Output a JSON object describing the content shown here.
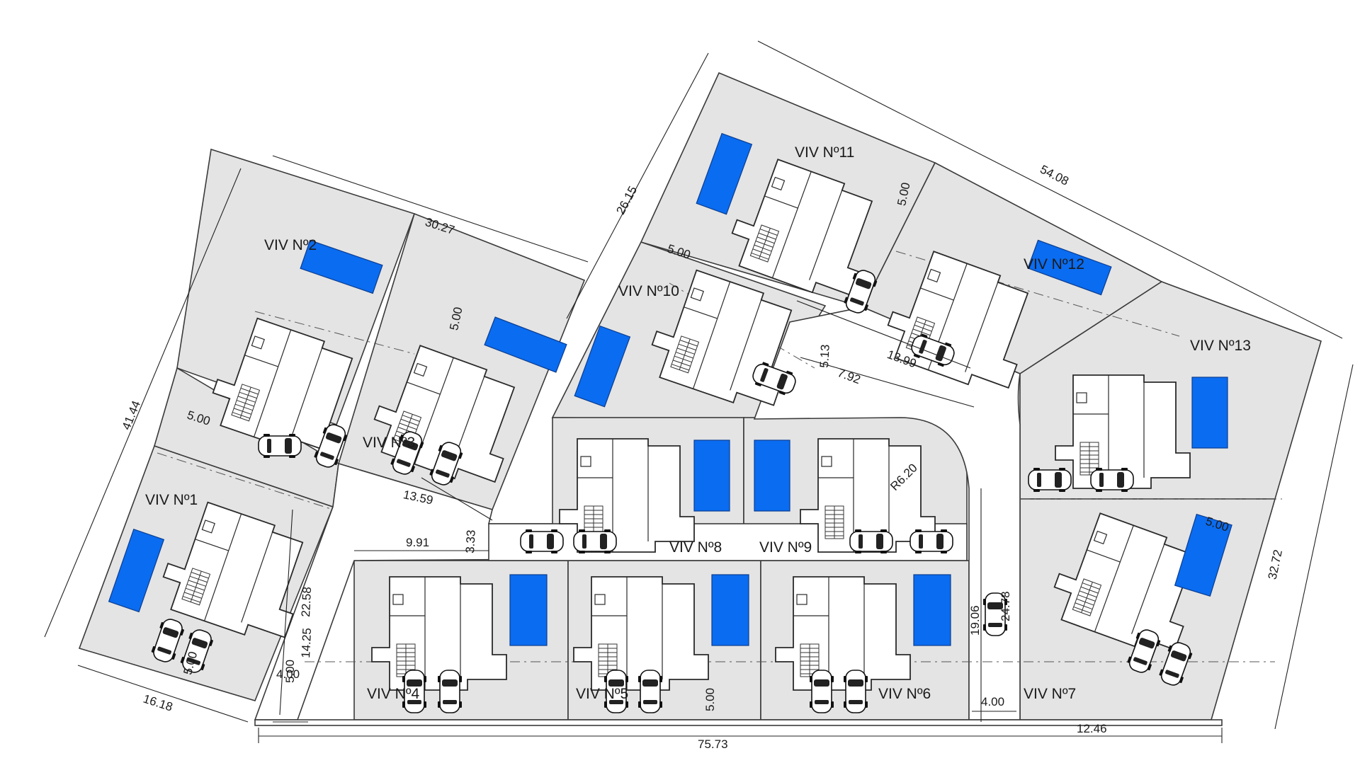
{
  "lot_labels": {
    "viv1": "VIV Nº1",
    "viv2": "VIV Nº2",
    "viv3": "VIV Nº3",
    "viv4": "VIV Nº4",
    "viv5": "VIV Nº5",
    "viv6": "VIV Nº6",
    "viv7": "VIV Nº7",
    "viv8": "VIV Nº8",
    "viv9": "VIV Nº9",
    "viv10": "VIV Nº10",
    "viv11": "VIV Nº11",
    "viv12": "VIV Nº12",
    "viv13": "VIV Nº13"
  },
  "dimensions": {
    "d_75_73": "75.73",
    "d_54_08": "54.08",
    "d_41_44": "41.44",
    "d_32_72": "32.72",
    "d_30_27": "30.27",
    "d_26_15": "26.15",
    "d_24_78": "24.78",
    "d_22_58": "22.58",
    "d_19_06": "19.06",
    "d_16_18": "16.18",
    "d_14_25": "14.25",
    "d_13_99": "13.99",
    "d_13_59": "13.59",
    "d_12_46": "12.46",
    "d_9_91": "9.91",
    "d_7_92": "7.92",
    "d_5_13": "5.13",
    "d_5_00_a": "5.00",
    "d_5_00_b": "5.00",
    "d_5_00_c": "5.00",
    "d_5_00_d": "5.00",
    "d_5_00_e": "5.00",
    "d_5_00_f": "5.00",
    "d_5_00_g": "5.00",
    "d_5_00_h": "5.00",
    "d_4_00_a": "4.00",
    "d_4_00_b": "4.00",
    "d_3_33": "3.33",
    "r_6_20": "R6.20"
  },
  "colors": {
    "pool": "#0a6cf0",
    "lot": "#e4e4e4",
    "road": "#ffffff",
    "line": "#3a3a3a"
  }
}
